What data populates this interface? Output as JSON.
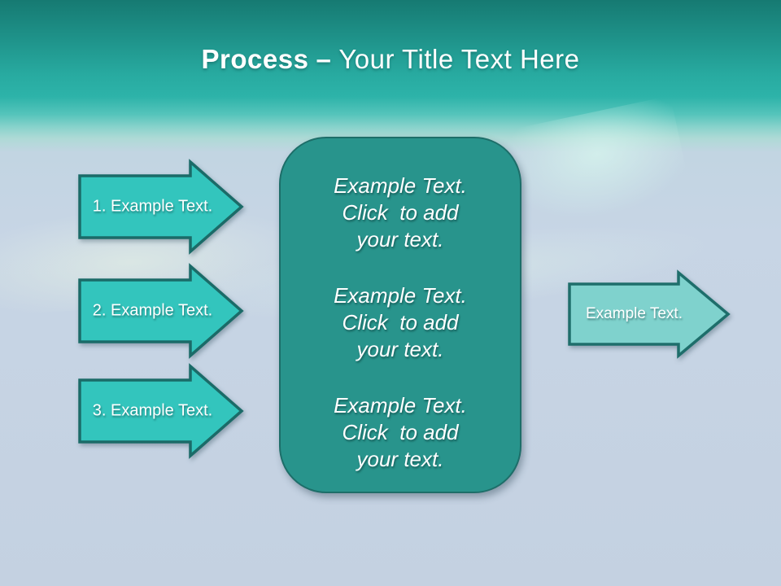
{
  "slide": {
    "title": {
      "bold": "Process",
      "separator": "–",
      "rest": "Your Title Text Here"
    },
    "left_arrows": [
      {
        "label": "1. Example Text."
      },
      {
        "label": "2. Example Text."
      },
      {
        "label": "3. Example Text."
      }
    ],
    "center_box": {
      "blocks": [
        {
          "lines": [
            "Example Text.",
            "Click  to add",
            "your text."
          ]
        },
        {
          "lines": [
            "Example Text.",
            "Click  to add",
            "your text."
          ]
        },
        {
          "lines": [
            "Example Text.",
            "Click  to add",
            "your text."
          ]
        }
      ]
    },
    "right_arrow": {
      "label": "Example Text."
    },
    "colors": {
      "header_teal_dark": "#167a72",
      "header_teal_bright": "#2db3a9",
      "page_background": "#c6d4e4",
      "left_arrow_fill": "#33c5bd",
      "right_arrow_fill": "#7fd2cd",
      "shape_border": "#1b6b68",
      "center_box_fill": "#28948c",
      "center_box_border": "#1d6e69",
      "text": "#ffffff"
    }
  }
}
